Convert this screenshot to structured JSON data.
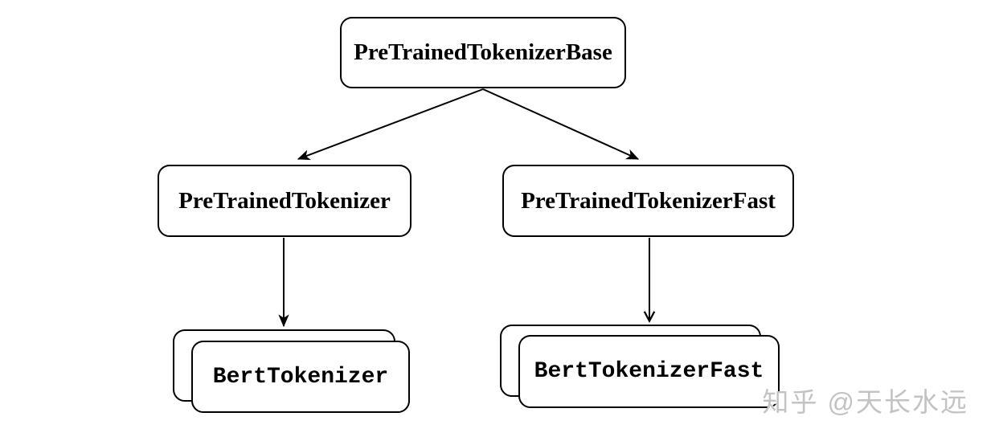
{
  "diagram": {
    "type": "class-inheritance-tree",
    "colors": {
      "background": "#ffffff",
      "node_fill": "#ffffff",
      "stroke": "#000000",
      "text": "#000000",
      "watermark": "#c3c3c3"
    },
    "nodes": [
      {
        "id": "pretrained-tokenizer-base",
        "label": "PreTrainedTokenizerBase",
        "style": "rounded-serif",
        "stacked": false
      },
      {
        "id": "pretrained-tokenizer",
        "label": "PreTrainedTokenizer",
        "style": "rounded-serif",
        "stacked": false
      },
      {
        "id": "pretrained-tokenizer-fast",
        "label": "PreTrainedTokenizerFast",
        "style": "rounded-serif",
        "stacked": false
      },
      {
        "id": "bert-tokenizer",
        "label": "BertTokenizer",
        "style": "rounded-mono",
        "stacked": true
      },
      {
        "id": "bert-tokenizer-fast",
        "label": "BertTokenizerFast",
        "style": "rounded-mono",
        "stacked": true
      }
    ],
    "edges": [
      {
        "from": "PreTrainedTokenizerBase",
        "to": "PreTrainedTokenizer",
        "arrowhead": "filled"
      },
      {
        "from": "PreTrainedTokenizerBase",
        "to": "PreTrainedTokenizerFast",
        "arrowhead": "filled"
      },
      {
        "from": "PreTrainedTokenizer",
        "to": "BertTokenizer",
        "arrowhead": "filled"
      },
      {
        "from": "PreTrainedTokenizerFast",
        "to": "BertTokenizerFast",
        "arrowhead": "open"
      }
    ]
  },
  "watermark": {
    "text": "知乎 @天长水远"
  }
}
